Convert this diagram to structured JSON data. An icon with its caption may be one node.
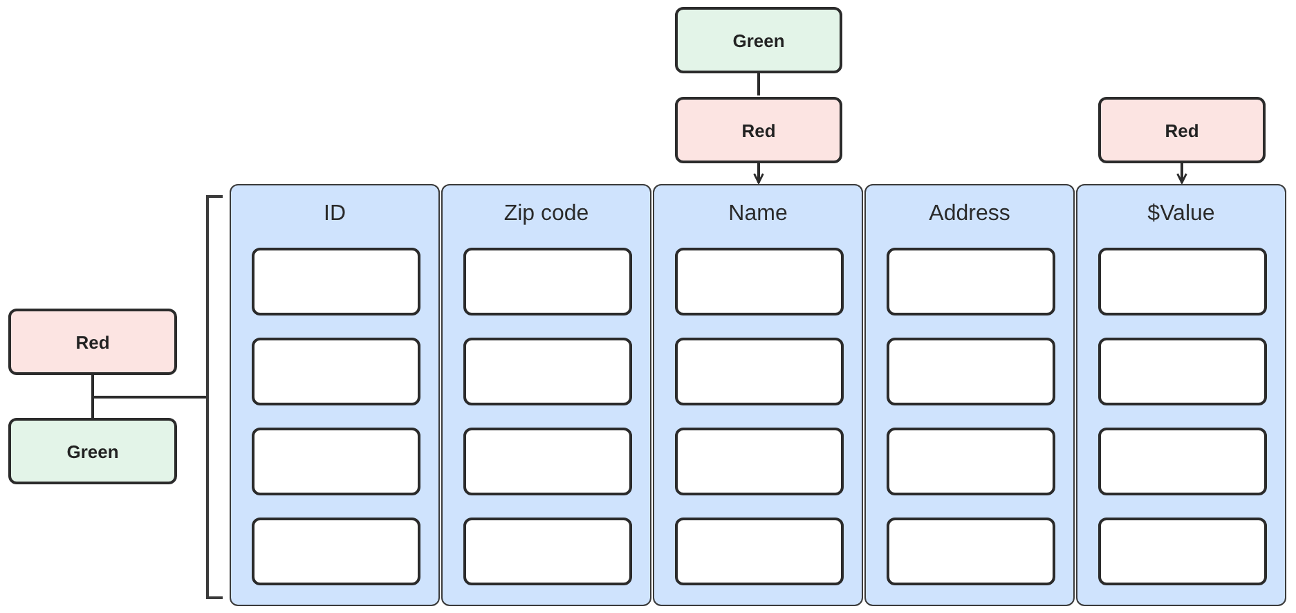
{
  "diagram": {
    "nodes": [
      {
        "text": [
          "Green"
        ]
      },
      {
        "text": [
          "Red"
        ]
      },
      {
        "text": [
          "Red"
        ]
      },
      {
        "text": [
          "Red"
        ]
      },
      {
        "text": [
          "Green"
        ]
      },
      {
        "text": [],
        "shape": "bracket"
      },
      {
        "text": [
          "ID"
        ]
      },
      {
        "text": [],
        "shape": "box",
        "in": 6
      },
      {
        "text": [],
        "shape": "box",
        "in": 6
      },
      {
        "text": [],
        "shape": "box",
        "in": 6
      },
      {
        "text": [],
        "shape": "box",
        "in": 6
      },
      {
        "text": [
          "Zip code"
        ]
      },
      {
        "text": [],
        "shape": "box",
        "in": 11
      },
      {
        "text": [],
        "shape": "box",
        "in": 11
      },
      {
        "text": [],
        "shape": "box",
        "in": 11
      },
      {
        "text": [],
        "shape": "box",
        "in": 11
      },
      {
        "text": [
          "Name"
        ]
      },
      {
        "text": [],
        "shape": "box",
        "in": 16
      },
      {
        "text": [],
        "shape": "box",
        "in": 16
      },
      {
        "text": [],
        "shape": "box",
        "in": 16
      },
      {
        "text": [],
        "shape": "box",
        "in": 16
      },
      {
        "text": [
          "Address"
        ]
      },
      {
        "text": [],
        "shape": "box",
        "in": 21
      },
      {
        "text": [],
        "shape": "box",
        "in": 21
      },
      {
        "text": [],
        "shape": "box",
        "in": 21
      },
      {
        "text": [],
        "shape": "box",
        "in": 21
      },
      {
        "text": [
          "$Value"
        ]
      },
      {
        "text": [],
        "shape": "box",
        "in": 26
      },
      {
        "text": [],
        "shape": "box",
        "in": 26
      },
      {
        "text": [],
        "shape": "box",
        "in": 26
      },
      {
        "text": [],
        "shape": "box",
        "in": 26
      }
    ],
    "edges": [
      {
        "from": 0,
        "to": 1,
        "arrow": "none"
      },
      {
        "from": 1,
        "to": 16,
        "arrow": "to"
      },
      {
        "from": 2,
        "to": 26,
        "arrow": "to"
      },
      {
        "from": 3,
        "to": 5,
        "arrow": "none"
      },
      {
        "from": 4,
        "to": 5,
        "arrow": "none"
      }
    ]
  }
}
